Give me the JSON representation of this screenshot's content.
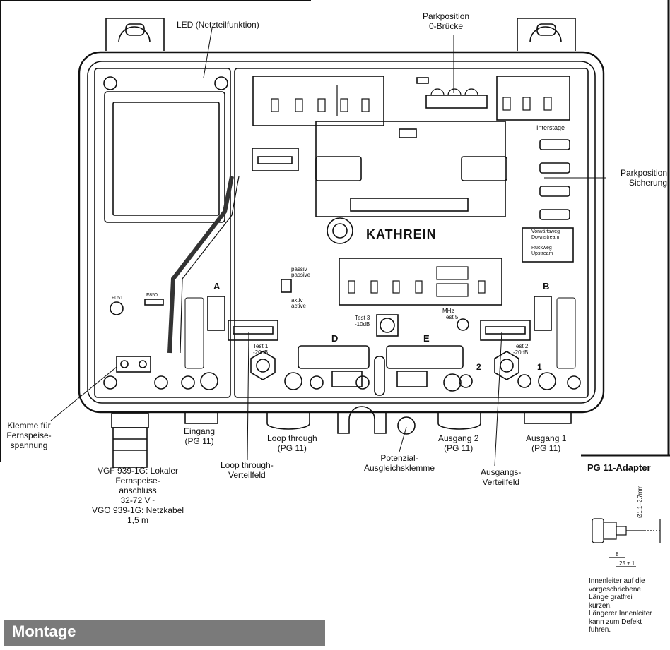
{
  "labels": {
    "led": "LED (Netzteilfunktion)",
    "parkposition_bridge": "Parkposition\n0-Brücke",
    "parkposition_fuse": "Parkposition\nSicherung",
    "clamp_supply": "Klemme für\nFernspeise-\nspannung",
    "input": "Eingang\n(PG 11)",
    "loop_through": "Loop through\n(PG 11)",
    "output2": "Ausgang 2\n(PG 11)",
    "output1": "Ausgang 1\n(PG 11)",
    "loop_through_field": "Loop through-\nVerteilfeld",
    "equipotential": "Potenzial-\nAusgleichsklemme",
    "output_field": "Ausgangs-\nVerteilfeld",
    "vgf": "VGF 939-1G: Lokaler\nFernspeise-\nanschluss\n32-72 V~\nVGO 939-1G: Netzkabel\n1,5 m"
  },
  "board": {
    "brand": "KATHREIN",
    "interstage": "Interstage",
    "label_a": "A",
    "label_b": "B",
    "label_d": "D",
    "label_e": "E",
    "test1": "Test 1\n-20dB",
    "test2": "Test 2\n-20dB",
    "test3": "Test 3\n-10dB",
    "test5": "Test 5",
    "num_1": "1",
    "num_2": "2",
    "passiv": "passiv\npassive",
    "aktiv": "aktiv\nactive",
    "mhz": "MHz",
    "legend_down": "Vorwärtsweg\nDownstream",
    "legend_up": "Rückweg\nUpstream",
    "r_marks": [
      "F051",
      "F850"
    ]
  },
  "section": {
    "title": "Montage"
  },
  "adapter": {
    "title": "PG 11-Adapter",
    "dim_label": "Ø1,1–2,7mm",
    "dim_8": "8",
    "dim_25": "25 ± 1",
    "note": "Innenleiter auf die\nvorgeschriebene\nLänge gratfrei\nkürzen.\nLängerer Innenleiter\nkann zum Defekt\nführen."
  }
}
